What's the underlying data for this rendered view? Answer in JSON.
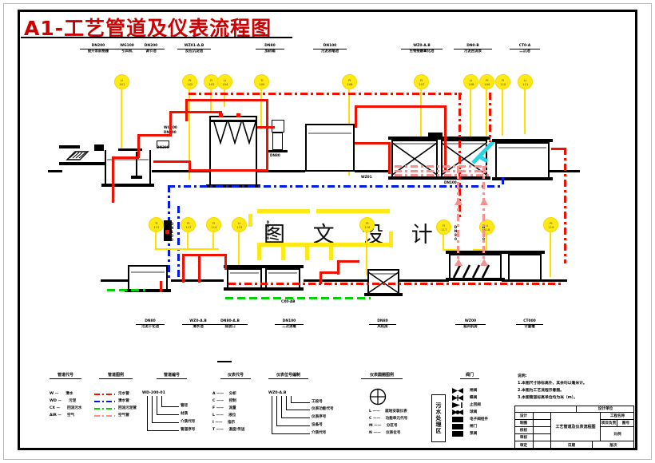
{
  "drawing": {
    "title": "A1-工艺管道及仪表流程图",
    "watermark": "图 文 设 计",
    "frame_style": "A1 CAD border"
  },
  "equipment_labels_top": [
    {
      "code": "DN200",
      "name": "提升泵前格栅"
    },
    {
      "code": "WG100",
      "name": "引风机"
    },
    {
      "code": "DN200",
      "name": "调节池"
    },
    {
      "code": "WZ01-A.B",
      "name": "反应沉淀池"
    },
    {
      "code": "DN80",
      "name": "加药箱"
    },
    {
      "code": "DN100",
      "name": "污泥浓缩池"
    },
    {
      "code": "WZ0-A.B",
      "name": "生物接触氧化池"
    },
    {
      "code": "DN0-B",
      "name": "污泥回流泵"
    },
    {
      "code": "CT0-A",
      "name": "二沉池"
    }
  ],
  "equipment_labels_bottom": [
    {
      "code": "DN80",
      "name": "污泥干化池"
    },
    {
      "code": "WZ0-A.B",
      "name": "清水池"
    },
    {
      "code": "DN80-A.B",
      "name": "排放口"
    },
    {
      "code": "DN100",
      "name": "二次消毒"
    },
    {
      "code": "DN80",
      "name": "风机房"
    },
    {
      "code": "WZ00",
      "name": "鼓风机房"
    },
    {
      "code": "CT000",
      "name": "计量槽"
    }
  ],
  "instrument_bubbles": [
    {
      "letters": "LI",
      "tag": "101"
    },
    {
      "letters": "PI",
      "tag": "102"
    },
    {
      "letters": "FI",
      "tag": "103"
    },
    {
      "letters": "LI",
      "tag": "104"
    },
    {
      "letters": "TI",
      "tag": "105"
    },
    {
      "letters": "PI",
      "tag": "106"
    },
    {
      "letters": "FI",
      "tag": "107"
    },
    {
      "letters": "LI",
      "tag": "108"
    },
    {
      "letters": "PI",
      "tag": "109"
    },
    {
      "letters": "FI",
      "tag": "110"
    },
    {
      "letters": "LI",
      "tag": "111"
    },
    {
      "letters": "TI",
      "tag": "112"
    },
    {
      "letters": "PI",
      "tag": "113"
    },
    {
      "letters": "FI",
      "tag": "114"
    },
    {
      "letters": "LI",
      "tag": "115"
    },
    {
      "letters": "PI",
      "tag": "116"
    },
    {
      "letters": "FI",
      "tag": "117"
    },
    {
      "letters": "LI",
      "tag": "118"
    },
    {
      "letters": "PI",
      "tag": "119"
    },
    {
      "letters": "TI",
      "tag": "120"
    }
  ],
  "legend": {
    "col1": {
      "heading": "管道代号",
      "rows": [
        {
          "code": "W",
          "dash": "——",
          "name": "清水"
        },
        {
          "code": "WD",
          "dash": "——",
          "name": "污泥"
        },
        {
          "code": "CX",
          "dash": "——",
          "name": "回流污水"
        },
        {
          "code": "AIR",
          "dash": "——",
          "name": "空气"
        }
      ]
    },
    "col2": {
      "heading": "管道图例",
      "rows": [
        {
          "color": "#f01000",
          "name": "污水管"
        },
        {
          "color": "#0018e0",
          "name": "清水管"
        },
        {
          "color": "#00d000",
          "name": "回流污泥管"
        },
        {
          "color": "#f69191",
          "name": "空气管"
        }
      ]
    },
    "col3": {
      "heading": "管道编号",
      "sample": "WD-200-01",
      "items": [
        "管径",
        "材质",
        "介质代号",
        "管道序号"
      ]
    },
    "col4": {
      "heading": "仪表代号",
      "rows": [
        {
          "code": "A",
          "name": "分析"
        },
        {
          "code": "C",
          "name": "控制"
        },
        {
          "code": "F",
          "name": "流量"
        },
        {
          "code": "L",
          "name": "液位"
        },
        {
          "code": "I",
          "name": "指示"
        },
        {
          "code": "T",
          "name": "温度/传送"
        }
      ]
    },
    "col5": {
      "heading": "仪表位号编制",
      "sample": "WZ0-A.B",
      "items": [
        "工段号",
        "仪表功能代号",
        "仪表序号",
        "设备号",
        "介质代号"
      ]
    },
    "col6": {
      "heading": "仪表圆圈图例",
      "rows": [
        {
          "code": "L",
          "name": "就地安装仪表"
        },
        {
          "code": "C",
          "name": "功能单元代号"
        },
        {
          "code": "M",
          "name": "分区号"
        },
        {
          "code": "N",
          "name": "仪表位号"
        }
      ]
    },
    "col7": {
      "heading": "阀门",
      "rows": [
        "闸阀",
        "蝶阀",
        "止回阀",
        "球阀",
        "电子阀组件",
        "闸门",
        "泵阀"
      ]
    }
  },
  "notes": {
    "heading": "说明:",
    "lines": [
      "1.本图尺寸除标高外，其余均以毫米计。",
      "2.本图为工艺流程示意图。",
      "3.本图管道标高单位均为米（m）。"
    ]
  },
  "title_block": {
    "drawing_name": "工艺管道及仪表流程图",
    "right_heading": "设计单位",
    "left_rows": [
      "设计",
      "制图",
      "校核",
      "审核",
      "审定"
    ],
    "right_rows": [
      "工程名称",
      "项目负责",
      "图号",
      "比例"
    ],
    "bottom_cells": [
      "日期",
      "版次"
    ]
  },
  "vertical_stamp": "污水处理区",
  "colors": {
    "title_red": "#cc0000",
    "sewage_pipe": "#f01000",
    "clean_water_pipe": "#0018e0",
    "return_sludge_pipe": "#00d000",
    "air_pipe": "#f69191",
    "instrument": "#ffe914",
    "flow_arrow": "#2ad4e6",
    "water_level": "#9d9d9d"
  }
}
